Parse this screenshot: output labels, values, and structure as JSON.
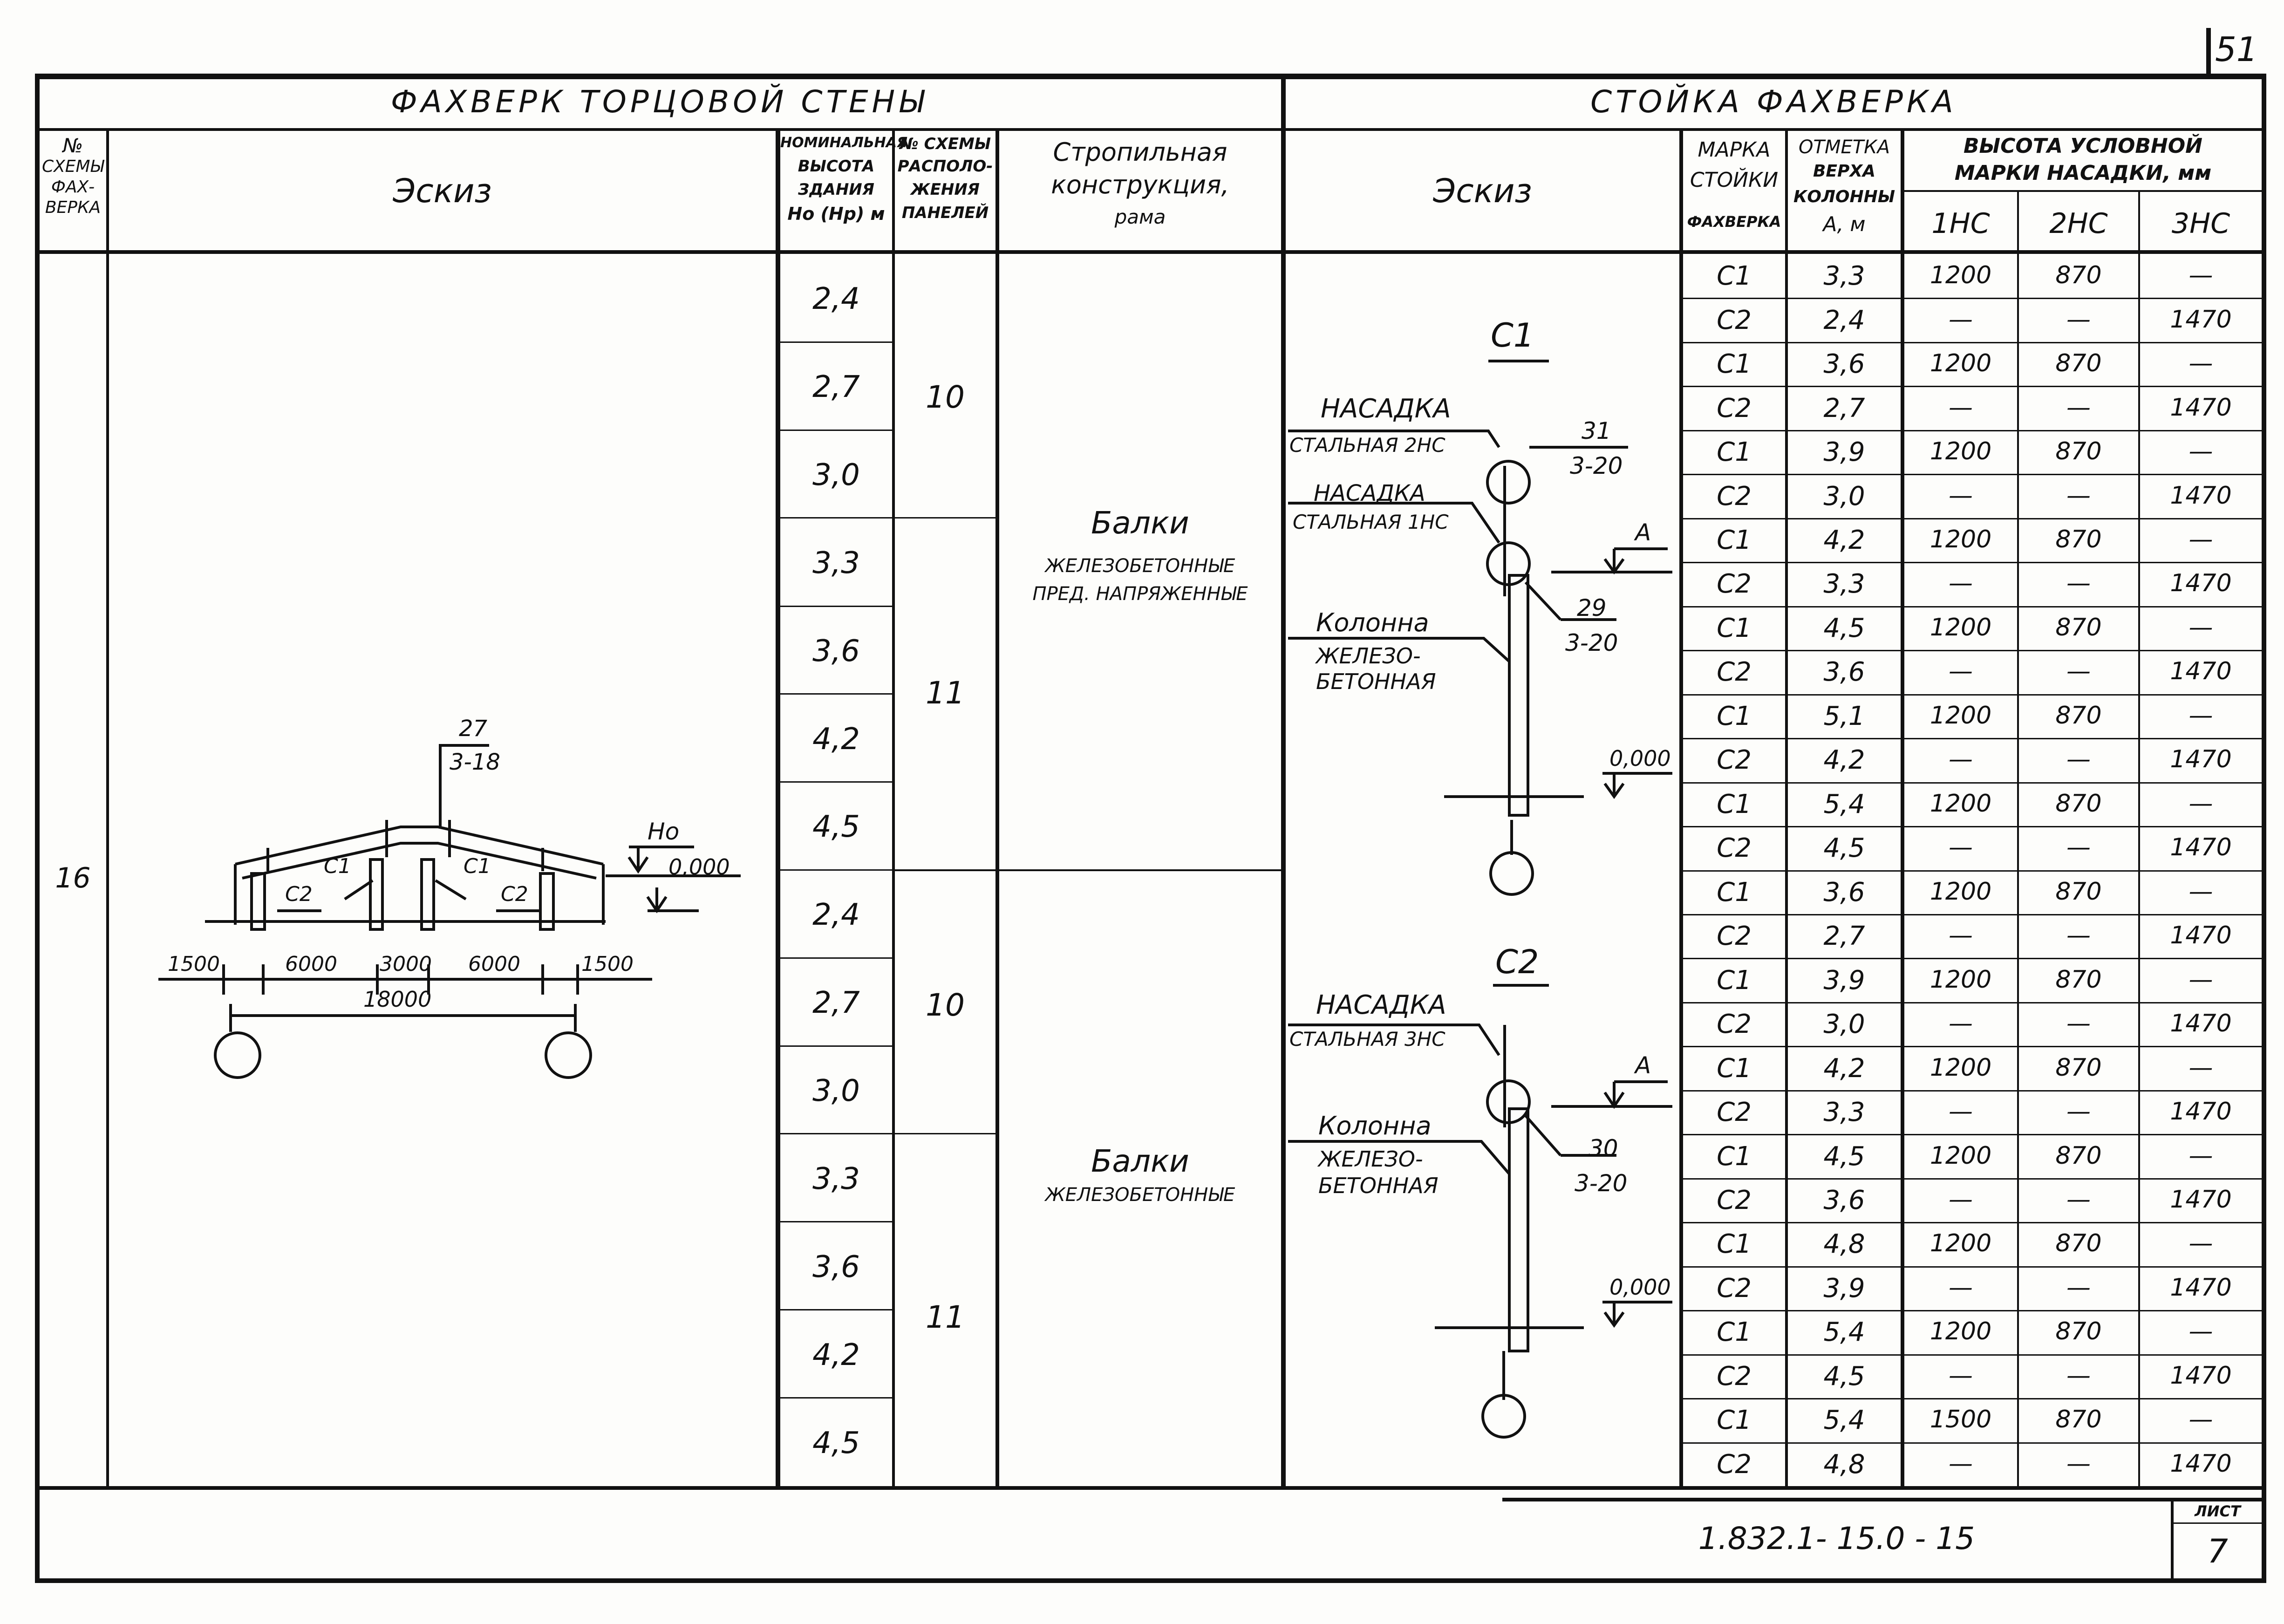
{
  "page_number": "51",
  "left_section": {
    "title": "ФАХВЕРК ТОРЦОВОЙ СТЕНЫ",
    "headers": {
      "scheme_no": [
        "№",
        "СХЕМЫ",
        "ФАХ-",
        "ВЕРКА"
      ],
      "sketch": "Эскиз",
      "height": [
        "НОМИНАЛЬНАЯ",
        "ВЫСОТА",
        "ЗДАНИЯ",
        "Hо (Hр) м"
      ],
      "panel_scheme": [
        "№ СХЕМЫ",
        "РАСПОЛО-",
        "ЖЕНИЯ",
        "ПАНЕЛЕЙ"
      ],
      "rafter": [
        "Стропильная",
        "конструкция,",
        "рама"
      ]
    },
    "scheme_number": "16",
    "heights": [
      "2,4",
      "2,7",
      "3,0",
      "3,3",
      "3,6",
      "4,2",
      "4,5",
      "2,4",
      "2,7",
      "3,0",
      "3,3",
      "3,6",
      "4,2",
      "4,5"
    ],
    "panel_schemes": [
      "10",
      "11",
      "10",
      "11"
    ],
    "rafters": [
      {
        "title": "Балки",
        "sub": [
          "ЖЕЛЕЗОБЕТОННЫЕ",
          "ПРЕД. НАПРЯЖЕННЫЕ"
        ]
      },
      {
        "title": "Балки",
        "sub": [
          "ЖЕЛЕЗОБЕТОННЫЕ"
        ]
      }
    ],
    "sketch_labels": {
      "ref_num": "27",
      "ref_sheet": "3-18",
      "h_label": "Hо",
      "zero": "0,000",
      "c1a": "C1",
      "c1b": "C1",
      "c2a": "C2",
      "c2b": "C2",
      "dims": [
        "1500",
        "6000",
        "3000",
        "6000",
        "1500"
      ],
      "total": "18000"
    }
  },
  "right_section": {
    "title": "СТОЙКА ФАХВЕРКА",
    "headers": {
      "sketch": "Эскиз",
      "mark": [
        "МАРКА",
        "СТОЙКИ",
        "ФАХВЕРКА"
      ],
      "elev": [
        "ОТМЕТКА",
        "ВЕРХА",
        "КОЛОННЫ",
        "А, м"
      ],
      "height_group": [
        "ВЫСОТА УСЛОВНОЙ",
        "МАРКИ НАСАДКИ, мм"
      ],
      "cols": [
        "1НС",
        "2НС",
        "3НС"
      ]
    },
    "c1_sketch": {
      "title": "C1",
      "nasadka": "НАСАДКА",
      "nasadka_type": "СТАЛЬНАЯ 2НС",
      "ref1_num": "31",
      "ref1_sheet": "3-20",
      "nasadka2": "НАСАДКА",
      "nasadka2_type": "СТАЛЬНАЯ 1НС",
      "a_label": "А",
      "kolonna": "Колонна",
      "kolonna_type": [
        "ЖЕЛЕЗО-",
        "БЕТОННАЯ"
      ],
      "ref2_num": "29",
      "ref2_sheet": "3-20",
      "zero": "0,000"
    },
    "c2_sketch": {
      "title": "C2",
      "nasadka": "НАСАДКА",
      "nasadka_type": "СТАЛЬНАЯ 3НС",
      "a_label": "А",
      "kolonna": "Колонна",
      "kolonna_type": [
        "ЖЕЛЕЗО-",
        "БЕТОННАЯ"
      ],
      "ref_num": "30",
      "ref_sheet": "3-20",
      "zero": "0,000"
    },
    "rows": [
      [
        "C1",
        "3,3",
        "1200",
        "870",
        "—"
      ],
      [
        "C2",
        "2,4",
        "—",
        "—",
        "1470"
      ],
      [
        "C1",
        "3,6",
        "1200",
        "870",
        "—"
      ],
      [
        "C2",
        "2,7",
        "—",
        "—",
        "1470"
      ],
      [
        "C1",
        "3,9",
        "1200",
        "870",
        "—"
      ],
      [
        "C2",
        "3,0",
        "—",
        "—",
        "1470"
      ],
      [
        "C1",
        "4,2",
        "1200",
        "870",
        "—"
      ],
      [
        "C2",
        "3,3",
        "—",
        "—",
        "1470"
      ],
      [
        "C1",
        "4,5",
        "1200",
        "870",
        "—"
      ],
      [
        "C2",
        "3,6",
        "—",
        "—",
        "1470"
      ],
      [
        "C1",
        "5,1",
        "1200",
        "870",
        "—"
      ],
      [
        "C2",
        "4,2",
        "—",
        "—",
        "1470"
      ],
      [
        "C1",
        "5,4",
        "1200",
        "870",
        "—"
      ],
      [
        "C2",
        "4,5",
        "—",
        "—",
        "1470"
      ],
      [
        "C1",
        "3,6",
        "1200",
        "870",
        "—"
      ],
      [
        "C2",
        "2,7",
        "—",
        "—",
        "1470"
      ],
      [
        "C1",
        "3,9",
        "1200",
        "870",
        "—"
      ],
      [
        "C2",
        "3,0",
        "—",
        "—",
        "1470"
      ],
      [
        "C1",
        "4,2",
        "1200",
        "870",
        "—"
      ],
      [
        "C2",
        "3,3",
        "—",
        "—",
        "1470"
      ],
      [
        "C1",
        "4,5",
        "1200",
        "870",
        "—"
      ],
      [
        "C2",
        "3,6",
        "—",
        "—",
        "1470"
      ],
      [
        "C1",
        "4,8",
        "1200",
        "870",
        "—"
      ],
      [
        "C2",
        "3,9",
        "—",
        "—",
        "1470"
      ],
      [
        "C1",
        "5,4",
        "1200",
        "870",
        "—"
      ],
      [
        "C2",
        "4,5",
        "—",
        "—",
        "1470"
      ],
      [
        "C1",
        "5,4",
        "1500",
        "870",
        "—"
      ],
      [
        "C2",
        "4,8",
        "—",
        "—",
        "1470"
      ]
    ]
  },
  "stamp": {
    "code": "1.832.1- 15.0 - 15",
    "sheet_label": "ЛИСТ",
    "sheet_number": "7"
  }
}
